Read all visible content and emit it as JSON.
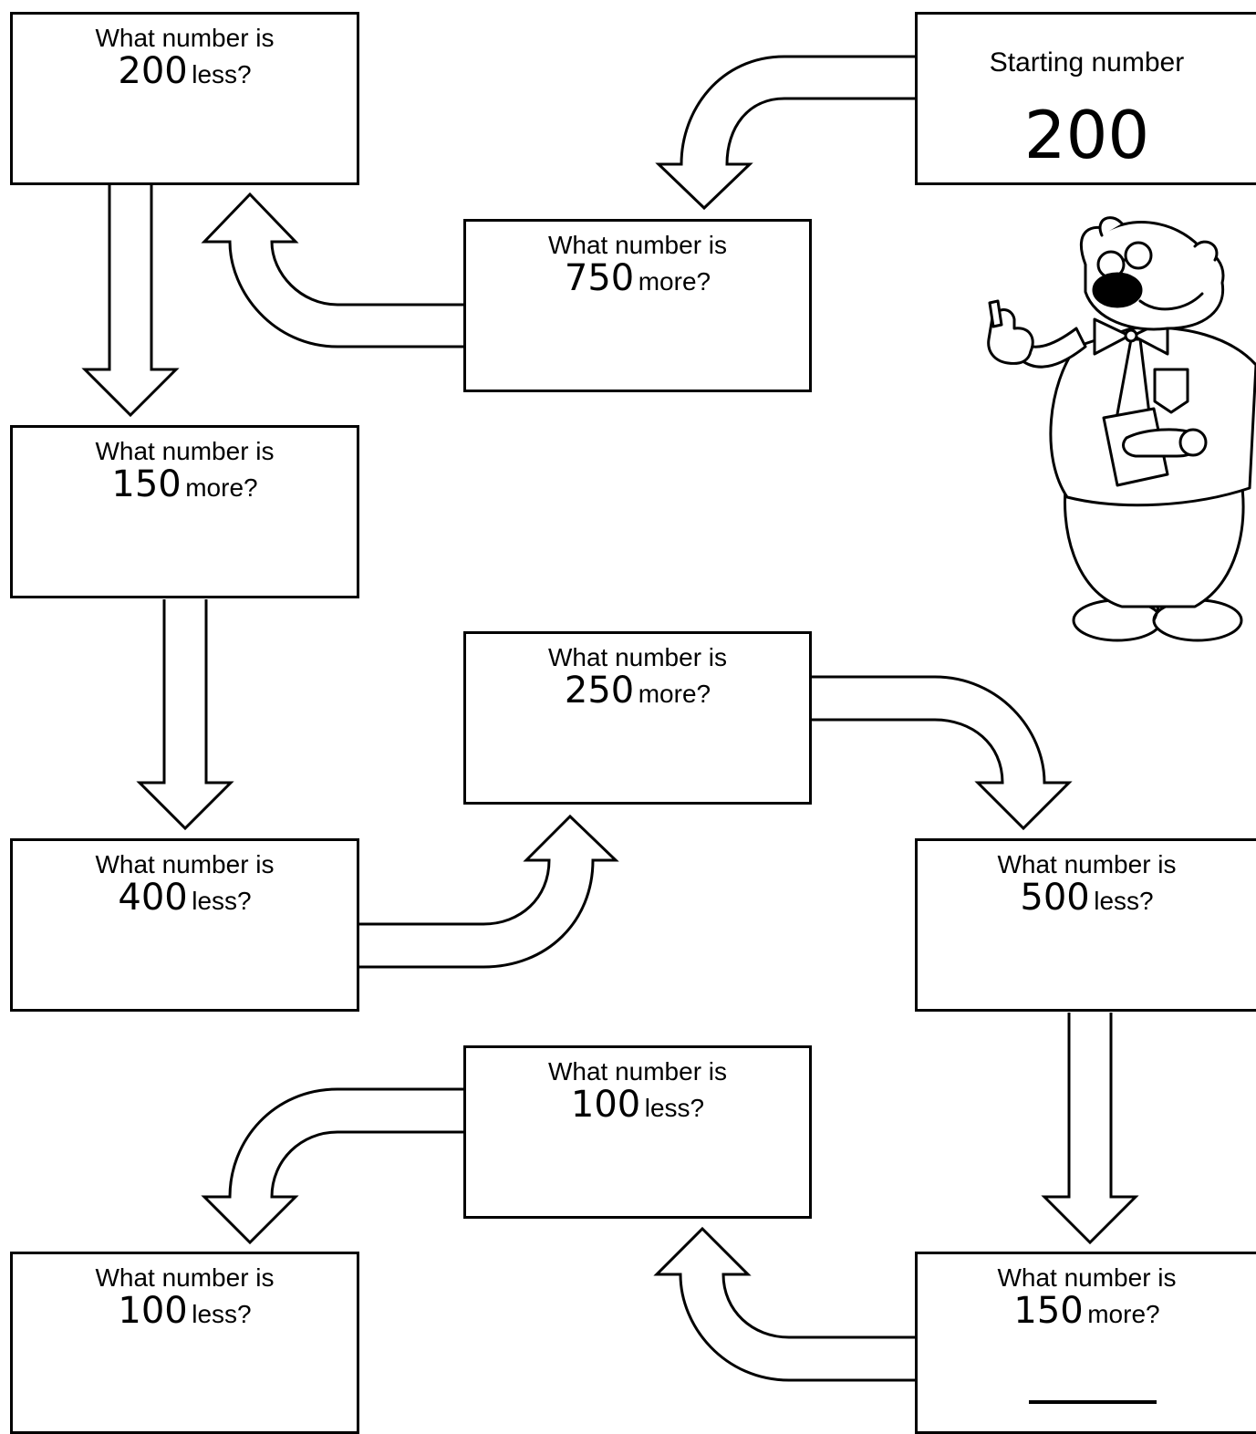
{
  "start": {
    "label": "Starting number",
    "value": "200"
  },
  "steps": [
    {
      "prompt": "What number is",
      "amount": "750",
      "direction": "more?"
    },
    {
      "prompt": "What number is",
      "amount": "200",
      "direction": "less?"
    },
    {
      "prompt": "What number is",
      "amount": "150",
      "direction": "more?"
    },
    {
      "prompt": "What number is",
      "amount": "400",
      "direction": "less?"
    },
    {
      "prompt": "What number is",
      "amount": "250",
      "direction": "more?"
    },
    {
      "prompt": "What number is",
      "amount": "500",
      "direction": "less?"
    },
    {
      "prompt": "What number is",
      "amount": "150",
      "direction": "more?"
    },
    {
      "prompt": "What number is",
      "amount": "100",
      "direction": "less?"
    },
    {
      "prompt": "What number is",
      "amount": "100",
      "direction": "less?"
    }
  ],
  "colors": {
    "ink": "#000000",
    "paper": "#ffffff"
  }
}
